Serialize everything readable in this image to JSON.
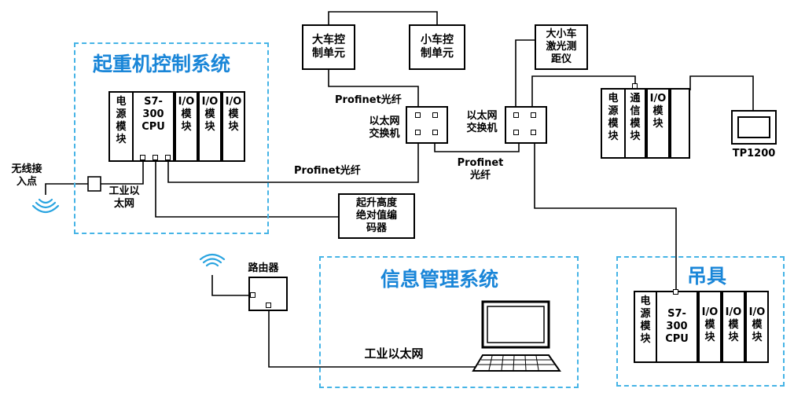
{
  "sections": {
    "crane": "起重机控制系统",
    "info": "信息管理系统",
    "spreader": "吊具"
  },
  "devices": {
    "big_car": "大车控\n制单元",
    "small_car": "小车控\n制单元",
    "laser": "大小车\n激光测\n距仪",
    "encoder": "起升高度\n绝对值编\n码器",
    "switch1": "以太网\n交换机",
    "switch2": "以太网\n交换机",
    "router": "路由器",
    "tp": "TP1200",
    "wireless": "无线接\n入点"
  },
  "modules": {
    "power": "电\n源\n模\n块",
    "cpu": "S7-300\nCPU",
    "io": "I/O\n模\n块",
    "comm": "通\n信\n模\n块"
  },
  "links": {
    "profinet1": "Profinet光纤",
    "profinet2": "Profinet光纤",
    "profinet3": "Profinet\n光纤",
    "eth1": "工业以\n太网",
    "eth2": "工业以太网"
  },
  "colors": {
    "accent": "#1a86d8",
    "dash": "#46b4e6"
  }
}
